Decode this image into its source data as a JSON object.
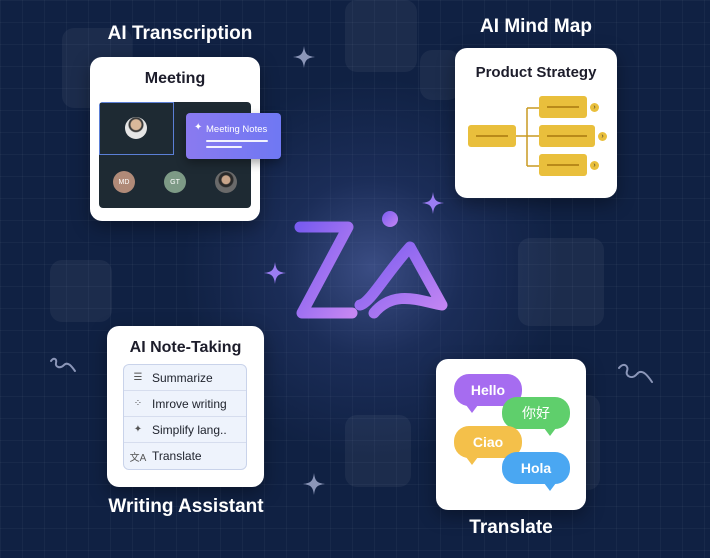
{
  "sections": {
    "transcription": {
      "heading": "AI Transcription",
      "card_title": "Meeting",
      "participants": [
        "MD",
        "GT"
      ],
      "notes_label": "Meeting Notes"
    },
    "mind_map": {
      "heading": "AI Mind Map",
      "card_title": "Product Strategy"
    },
    "note_taking": {
      "card_title": "AI Note-Taking",
      "menu_items": [
        {
          "icon": "summarize-icon",
          "label": "Summarize"
        },
        {
          "icon": "improve-icon",
          "label": "Imrove writing"
        },
        {
          "icon": "sparkle-icon",
          "label": "Simplify lang.."
        },
        {
          "icon": "translate-icon",
          "label": "Translate"
        }
      ],
      "heading": "Writing Assistant"
    },
    "translate": {
      "heading": "Translate",
      "bubbles": [
        {
          "text": "Hello",
          "color": "#a66cf0"
        },
        {
          "text": "你好",
          "color": "#5fcf6c"
        },
        {
          "text": "Ciao",
          "color": "#f4c04a"
        },
        {
          "text": "Hola",
          "color": "#4aa7f2"
        }
      ]
    }
  },
  "brand": {
    "logo": "Zia",
    "logo_gradient": [
      "#7a5cf0",
      "#c486f2"
    ]
  },
  "colors": {
    "background": "#102143",
    "accent": "#6f78f3",
    "node": "#e9bf3c"
  }
}
